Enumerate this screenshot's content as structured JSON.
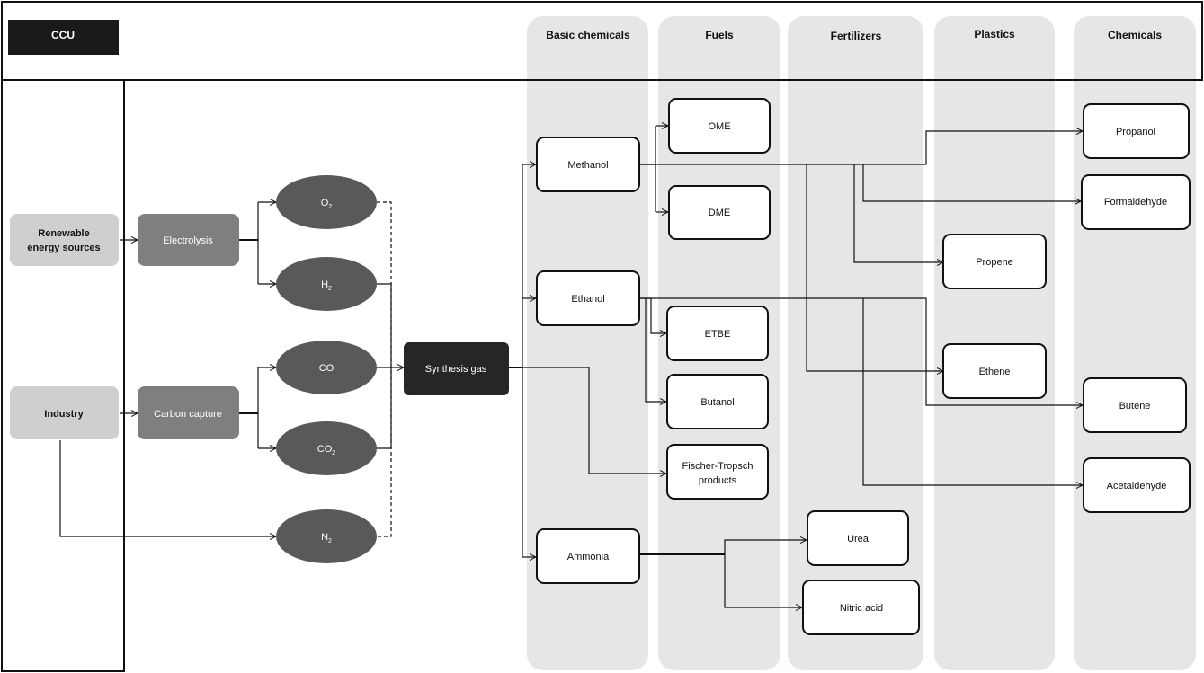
{
  "ccu_label": "CCU",
  "columns": {
    "basic_chemicals": "Basic chemicals",
    "fuels": "Fuels",
    "fertilizers": "Fertilizers",
    "plastics": "Plastics",
    "chemicals": "Chemicals"
  },
  "sources": {
    "renewable_line1": "Renewable",
    "renewable_line2": "energy sources",
    "industry": "Industry"
  },
  "processes": {
    "electrolysis": "Electrolysis",
    "carbon_capture": "Carbon capture"
  },
  "gases": {
    "o2_base": "O",
    "o2_sub": "2",
    "h2_base": "H",
    "h2_sub": "2",
    "co": "CO",
    "co2_base": "CO",
    "co2_sub": "2",
    "n2_base": "N",
    "n2_sub": "2"
  },
  "syngas": "Synthesis gas",
  "basic": {
    "methanol": "Methanol",
    "ethanol": "Ethanol",
    "ammonia": "Ammonia"
  },
  "fuels": {
    "ome": "OME",
    "dme": "DME",
    "etbe": "ETBE",
    "butanol": "Butanol",
    "ft_line1": "Fischer-Tropsch",
    "ft_line2": "products"
  },
  "fertilizers": {
    "urea": "Urea",
    "nitric_acid": "Nitric acid"
  },
  "plastics": {
    "propene": "Propene",
    "ethene": "Ethene"
  },
  "chemicals": {
    "propanol": "Propanol",
    "formaldehyde": "Formaldehyde",
    "butene": "Butene",
    "acetaldehyde": "Acetaldehyde"
  },
  "colors": {
    "column_bg": "#e6e6e6",
    "source_box": "#cfcfcf",
    "process_box": "#7f7f7f",
    "gas_ellipse": "#595959",
    "syngas_box": "#262626",
    "ccu_box": "#1a1a1a"
  }
}
